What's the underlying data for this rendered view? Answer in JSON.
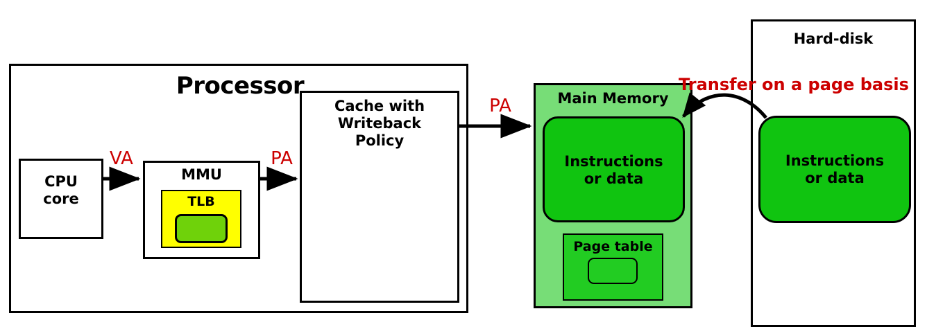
{
  "diagram": {
    "title": "Virtual memory / MMU data path",
    "colors": {
      "stroke": "#000000",
      "red_accent": "#cc0000",
      "memory_light_green": "#77dd77",
      "memory_dark_green": "#10c410",
      "tlb_yellow": "#ffff00",
      "tlb_green": "#6fd20a",
      "page_table_green": "#22cc22",
      "background": "#ffffff"
    }
  },
  "processor": {
    "title": "Processor",
    "cpu_core": {
      "label": "CPU\ncore"
    },
    "mmu": {
      "label": "MMU",
      "tlb": {
        "label": "TLB"
      }
    },
    "cache": {
      "label": "Cache with\nWriteback\nPolicy"
    }
  },
  "main_memory": {
    "title": "Main Memory",
    "instructions_block": {
      "label": "Instructions\nor data"
    },
    "page_table": {
      "label": "Page table"
    }
  },
  "hard_disk": {
    "title": "Hard-disk",
    "instructions_block": {
      "label": "Instructions\nor data"
    }
  },
  "arrows": {
    "cpu_to_mmu": {
      "label": "VA"
    },
    "mmu_to_cache": {
      "label": "PA"
    },
    "cache_to_memory": {
      "label": "PA"
    },
    "disk_to_memory": {
      "label": "Transfer on a page basis"
    }
  }
}
